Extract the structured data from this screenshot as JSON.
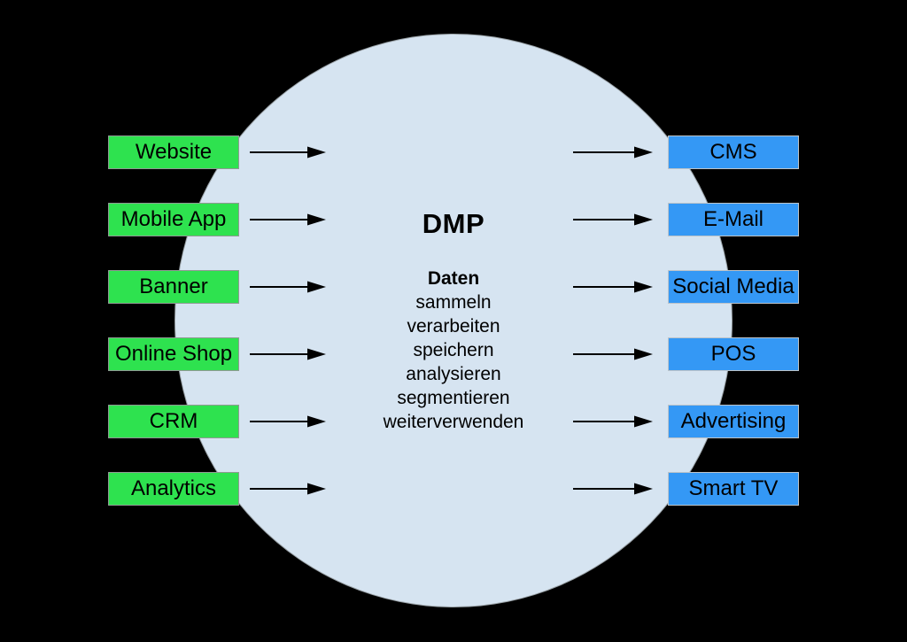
{
  "diagram": {
    "title": "DMP",
    "center": {
      "label": "Daten",
      "activities": [
        "sammeln",
        "verarbeiten",
        "speichern",
        "analysieren",
        "segmentieren",
        "weiterverwenden"
      ]
    },
    "sources": [
      "Website",
      "Mobile App",
      "Banner",
      "Online Shop",
      "CRM",
      "Analytics"
    ],
    "destinations": [
      "CMS",
      "E-Mail",
      "Social Media",
      "POS",
      "Advertising",
      "Smart TV"
    ],
    "colors": {
      "background": "#000000",
      "circle_fill": "#d6e4f1",
      "source_box": "#2ee24f",
      "destination_box": "#3498f5",
      "text": "#000000",
      "arrow": "#000000"
    }
  }
}
